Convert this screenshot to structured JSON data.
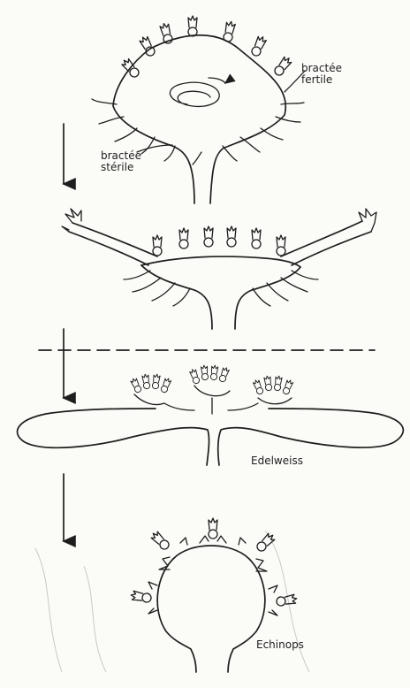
{
  "labels": {
    "bractee_fertile_line1": "bractée",
    "bractee_fertile_line2": "fertile",
    "bractee_sterile_line1": "bractée",
    "bractee_sterile_line2": "stérile",
    "edelweiss": "Edelweiss",
    "echinops": "Echinops"
  },
  "stages": [
    {
      "id": "capitule-simple"
    },
    {
      "id": "capitule-etale"
    },
    {
      "id": "edelweiss"
    },
    {
      "id": "echinops"
    }
  ],
  "colors": {
    "ink": "#1e1e1e",
    "paper": "#fbfbf8",
    "ghost": "#c9c9c4"
  }
}
